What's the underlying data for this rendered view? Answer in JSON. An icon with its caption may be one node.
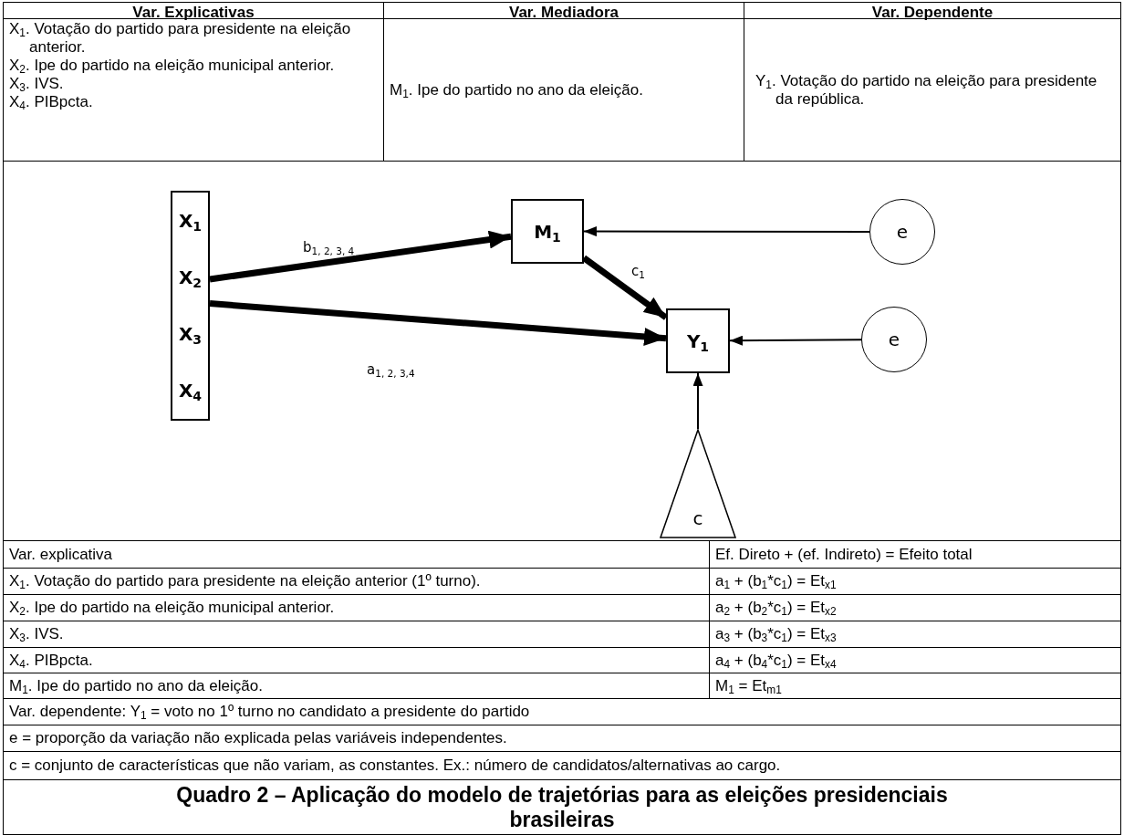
{
  "diagram": {
    "caption": "Quadro 2 – Aplicação do modelo de trajetórias para as eleições presidenciais brasileiras",
    "nodes": [
      {
        "text": [
          "X$_{1}$",
          "X$_{2}$",
          "X$_{3}$",
          "X$_{4}$"
        ]
      },
      {
        "text": [
          "M$_{1}$"
        ]
      },
      {
        "text": [
          "Y$_{1}$"
        ]
      },
      {
        "text": [
          "e"
        ]
      },
      {
        "text": [
          "e"
        ]
      },
      {
        "text": [
          "c"
        ]
      }
    ],
    "edges": [
      {
        "from": 0,
        "to": 1,
        "arrow": "to",
        "label": "b$_{1, 2, 3, 4}$",
        "style": "thick"
      },
      {
        "from": 0,
        "to": 2,
        "arrow": "to",
        "label": "a$_{1, 2, 3,4}$",
        "style": "thick"
      },
      {
        "from": 1,
        "to": 2,
        "arrow": "to",
        "label": "c$_{1}$",
        "style": "thick"
      },
      {
        "from": 3,
        "to": 1,
        "arrow": "to"
      },
      {
        "from": 4,
        "to": 2,
        "arrow": "to"
      },
      {
        "from": 5,
        "to": 2,
        "arrow": "to"
      }
    ],
    "labels": [
      "Var. Explicativas",
      "Var. Mediadora",
      "Var. Dependente",
      "X$_{1}$. Votação do partido para presidente na eleição anterior.",
      "X$_{2}$. Ipe do partido na eleição municipal anterior.",
      "X$_{3}$. IVS.",
      "X$_{4}$. PIBpcta.",
      "M$_{1}$. Ipe do partido no ano da eleição.",
      "Y$_{1}$. Votação do partido na eleição para presidente da república.",
      "Var. explicativa",
      "Ef. Direto + (ef. Indireto) = Efeito total",
      "X$_{1}$. Votação do partido para presidente na eleição anterior (1º turno).",
      "a$_{1}$ + (b$_{1}$*c$_{1}$) = Et$_{x1}$",
      "X$_{2}$. Ipe do partido na eleição municipal anterior.",
      "a$_{2}$ + (b$_{2}$*c$_{1}$) = Et$_{x2}$",
      "X$_{3}$. IVS.",
      "a$_{3}$ + (b$_{3}$*c$_{1}$) = Et$_{x3}$",
      "X$_{4}$. PIBpcta.",
      "a$_{4}$ + (b$_{4}$*c$_{1}$) = Et$_{x4}$",
      "M$_{1}$. Ipe do partido no ano da eleição.",
      "M$_{1}$ = Et$_{m1}$",
      "Var. dependente: Y$_{1}$ = voto no 1º turno no candidato a presidente do partido",
      "e = proporção da variação não explicada pelas variáveis independentes.",
      "c = conjunto de características que não variam, as constantes. Ex.: número de candidatos/alternativas ao cargo."
    ]
  }
}
